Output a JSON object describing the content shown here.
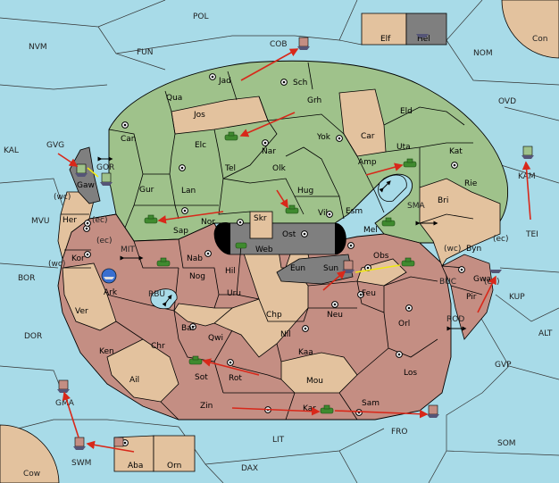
{
  "colors": {
    "sea": "#a8dbe8",
    "north": "#9fc28b",
    "south": "#c48e83",
    "neutral": "#e3c29e",
    "center": "#7f7f7f",
    "arrow": "#d8281a",
    "support": "#f0e814",
    "army": "#3f8a2f"
  },
  "seas": [
    {
      "id": "pol",
      "label": "POL"
    },
    {
      "id": "nvm",
      "label": "NVM"
    },
    {
      "id": "fun",
      "label": "FUN"
    },
    {
      "id": "cob",
      "label": "COB"
    },
    {
      "id": "con",
      "label": "Con"
    },
    {
      "id": "nom",
      "label": "NOM"
    },
    {
      "id": "ovd",
      "label": "OVD"
    },
    {
      "id": "kal",
      "label": "KAL"
    },
    {
      "id": "gvg",
      "label": "GVG"
    },
    {
      "id": "gor",
      "label": "GOR"
    },
    {
      "id": "wc1",
      "label": "(wc)"
    },
    {
      "id": "mvu",
      "label": "MVU"
    },
    {
      "id": "ec1",
      "label": "(ec)"
    },
    {
      "id": "ec2",
      "label": "(ec)"
    },
    {
      "id": "wc2",
      "label": "(wc)"
    },
    {
      "id": "mit",
      "label": "MIT"
    },
    {
      "id": "bor",
      "label": "BOR"
    },
    {
      "id": "rbu",
      "label": "RBU"
    },
    {
      "id": "dor",
      "label": "DOR"
    },
    {
      "id": "sma",
      "label": "SMA"
    },
    {
      "id": "kam",
      "label": "KAM"
    },
    {
      "id": "tei",
      "label": "TEI"
    },
    {
      "id": "wc3",
      "label": "(wc)"
    },
    {
      "id": "ec3",
      "label": "(ec)"
    },
    {
      "id": "buc",
      "label": "BUC"
    },
    {
      "id": "ec4",
      "label": "(ec)"
    },
    {
      "id": "kup",
      "label": "KUP"
    },
    {
      "id": "alt",
      "label": "ALT"
    },
    {
      "id": "rod",
      "label": "ROD"
    },
    {
      "id": "gvp",
      "label": "GVP"
    },
    {
      "id": "gma",
      "label": "GMA"
    },
    {
      "id": "swm",
      "label": "SWM"
    },
    {
      "id": "lit",
      "label": "LIT"
    },
    {
      "id": "fro",
      "label": "FRO"
    },
    {
      "id": "som",
      "label": "SOM"
    },
    {
      "id": "dax",
      "label": "DAX"
    },
    {
      "id": "cow",
      "label": "Cow"
    }
  ],
  "provinces": [
    {
      "id": "elf",
      "label": "Elf"
    },
    {
      "id": "hel",
      "label": "Hel"
    },
    {
      "id": "jad",
      "label": "Jad"
    },
    {
      "id": "sch",
      "label": "Sch"
    },
    {
      "id": "qua",
      "label": "Qua"
    },
    {
      "id": "jos",
      "label": "Jos"
    },
    {
      "id": "grh",
      "label": "Grh"
    },
    {
      "id": "can",
      "label": "Can"
    },
    {
      "id": "elc",
      "label": "Elc"
    },
    {
      "id": "nar",
      "label": "Nar"
    },
    {
      "id": "yok",
      "label": "Yok"
    },
    {
      "id": "car",
      "label": "Car"
    },
    {
      "id": "eld",
      "label": "Eld"
    },
    {
      "id": "uta",
      "label": "Uta"
    },
    {
      "id": "kat",
      "label": "Kat"
    },
    {
      "id": "tel",
      "label": "Tel"
    },
    {
      "id": "olk",
      "label": "Olk"
    },
    {
      "id": "amp",
      "label": "Amp"
    },
    {
      "id": "gaw",
      "label": "Gaw"
    },
    {
      "id": "gur",
      "label": "Gur"
    },
    {
      "id": "lan",
      "label": "Lan"
    },
    {
      "id": "hug",
      "label": "Hug"
    },
    {
      "id": "rie",
      "label": "Rie"
    },
    {
      "id": "bri",
      "label": "Bri"
    },
    {
      "id": "vil",
      "label": "Vil"
    },
    {
      "id": "esm",
      "label": "Esm"
    },
    {
      "id": "her",
      "label": "Her"
    },
    {
      "id": "nor",
      "label": "Nor"
    },
    {
      "id": "skr",
      "label": "Skr"
    },
    {
      "id": "sap",
      "label": "Sap"
    },
    {
      "id": "ost",
      "label": "Ost"
    },
    {
      "id": "mel",
      "label": "Mel"
    },
    {
      "id": "web",
      "label": "Web"
    },
    {
      "id": "byn",
      "label": "Byn"
    },
    {
      "id": "kor",
      "label": "Kor"
    },
    {
      "id": "nab",
      "label": "Nab"
    },
    {
      "id": "obs",
      "label": "Obs"
    },
    {
      "id": "eun",
      "label": "Eun"
    },
    {
      "id": "sun",
      "label": "Sun"
    },
    {
      "id": "hil",
      "label": "Hil"
    },
    {
      "id": "gwa",
      "label": "Gwa"
    },
    {
      "id": "nog",
      "label": "Nog"
    },
    {
      "id": "ark",
      "label": "Ark"
    },
    {
      "id": "uru",
      "label": "Uru"
    },
    {
      "id": "feu",
      "label": "Feu"
    },
    {
      "id": "pir",
      "label": "Pir"
    },
    {
      "id": "ver",
      "label": "Ver"
    },
    {
      "id": "chp",
      "label": "Chp"
    },
    {
      "id": "neu",
      "label": "Neu"
    },
    {
      "id": "orl",
      "label": "Orl"
    },
    {
      "id": "bar",
      "label": "Bar"
    },
    {
      "id": "qwi",
      "label": "Qwi"
    },
    {
      "id": "nil",
      "label": "Nil"
    },
    {
      "id": "ken",
      "label": "Ken"
    },
    {
      "id": "chr",
      "label": "Chr"
    },
    {
      "id": "kaa",
      "label": "Kaa"
    },
    {
      "id": "sot",
      "label": "Sot"
    },
    {
      "id": "rot",
      "label": "Rot"
    },
    {
      "id": "los",
      "label": "Los"
    },
    {
      "id": "ail",
      "label": "Ail"
    },
    {
      "id": "mou",
      "label": "Mou"
    },
    {
      "id": "zin",
      "label": "Zin"
    },
    {
      "id": "kar",
      "label": "Kar"
    },
    {
      "id": "sam",
      "label": "Sam"
    },
    {
      "id": "aba",
      "label": "Aba"
    },
    {
      "id": "orn",
      "label": "Orn"
    }
  ]
}
